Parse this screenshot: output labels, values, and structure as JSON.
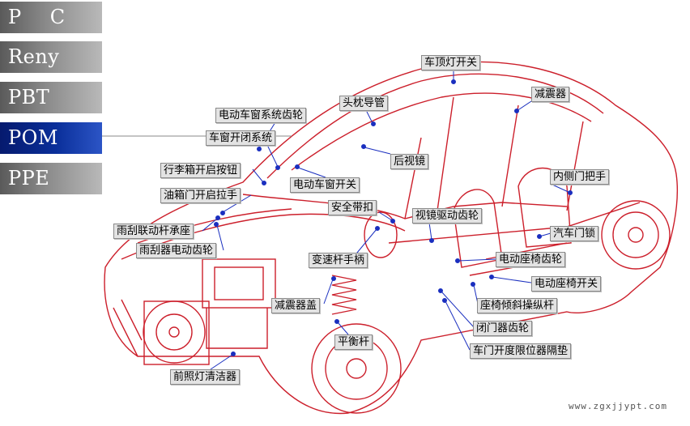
{
  "tabs": [
    {
      "label": "P C"
    },
    {
      "label": "Reny"
    },
    {
      "label": "PBT"
    },
    {
      "label": "POM",
      "active": true
    },
    {
      "label": "PPE"
    }
  ],
  "labels": {
    "roof_light_switch": "车顶灯开关",
    "shock_absorber_rear": "减震器",
    "headrest_guide": "头枕导管",
    "window_gear": "电动车窗系统齿轮",
    "window_system": "车窗开闭系统",
    "rear_mirror": "后视镜",
    "trunk_button": "行李箱开启按钮",
    "window_switch": "电动车窗开关",
    "inner_handle": "内侧门把手",
    "fuel_door_handle": "油箱门开启拉手",
    "seat_belt_buckle": "安全带扣",
    "mirror_drive_gear": "视镜驱动齿轮",
    "wiper_bearing": "雨刮联动杆承座",
    "door_lock": "汽车门锁",
    "wiper_gear": "雨刮器电动齿轮",
    "shift_lever": "变速杆手柄",
    "seat_gear": "电动座椅齿轮",
    "seat_switch": "电动座椅开关",
    "shock_absorber_front": "减震器盖",
    "seat_tilt_lever": "座椅倾斜操纵杆",
    "door_closer_gear": "闭门器齿轮",
    "stabilizer": "平衡杆",
    "door_stop_pad": "车门开度限位器隔垫",
    "headlight_washer": "前照灯清洁器"
  },
  "colors": {
    "outline": "#cc1f2b",
    "pointer": "#1a2fbf",
    "active_tab": "#0a2f9a"
  },
  "watermark": "www.zgxjjypt.com"
}
